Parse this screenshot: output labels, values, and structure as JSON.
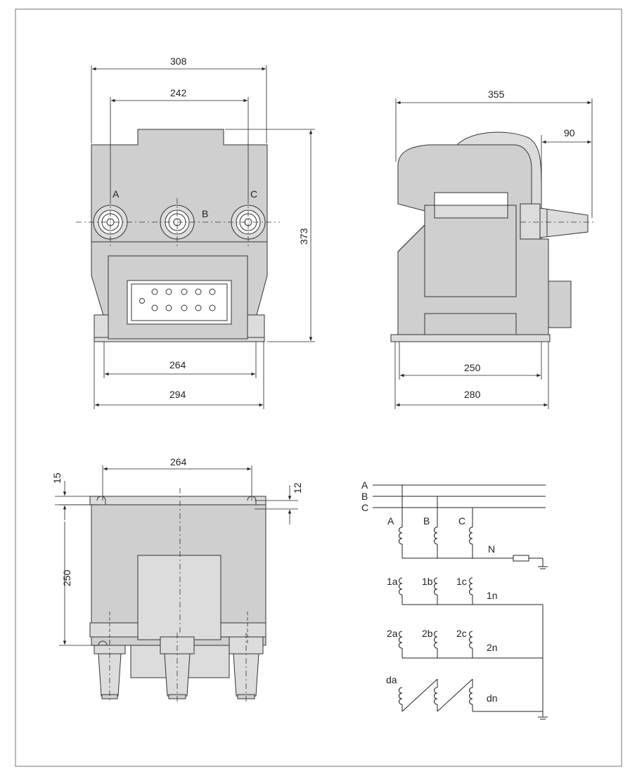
{
  "front_view": {
    "dim_overall_top": "308",
    "dim_terminal_span": "242",
    "dim_height": "373",
    "dim_mount_holes": "264",
    "dim_base_width": "294",
    "terminals": [
      "A",
      "B",
      "C"
    ]
  },
  "side_view": {
    "dim_overall_depth": "355",
    "dim_bushing": "90",
    "dim_mount_holes": "250",
    "dim_base_depth": "280"
  },
  "plan_view": {
    "dim_mount_holes_x": "264",
    "dim_hole_slot": "15",
    "dim_hole_slot_right": "12",
    "dim_mount_holes_y": "250"
  },
  "schematic": {
    "phase_lines": [
      "A",
      "B",
      "C"
    ],
    "primary_coils": [
      "A",
      "B",
      "C"
    ],
    "neutral": "N",
    "secondary_1": [
      "1a",
      "1b",
      "1c"
    ],
    "secondary_1_neutral": "1n",
    "secondary_2": [
      "2a",
      "2b",
      "2c"
    ],
    "secondary_2_neutral": "2n",
    "open_delta_start": "da",
    "open_delta_end": "dn"
  }
}
